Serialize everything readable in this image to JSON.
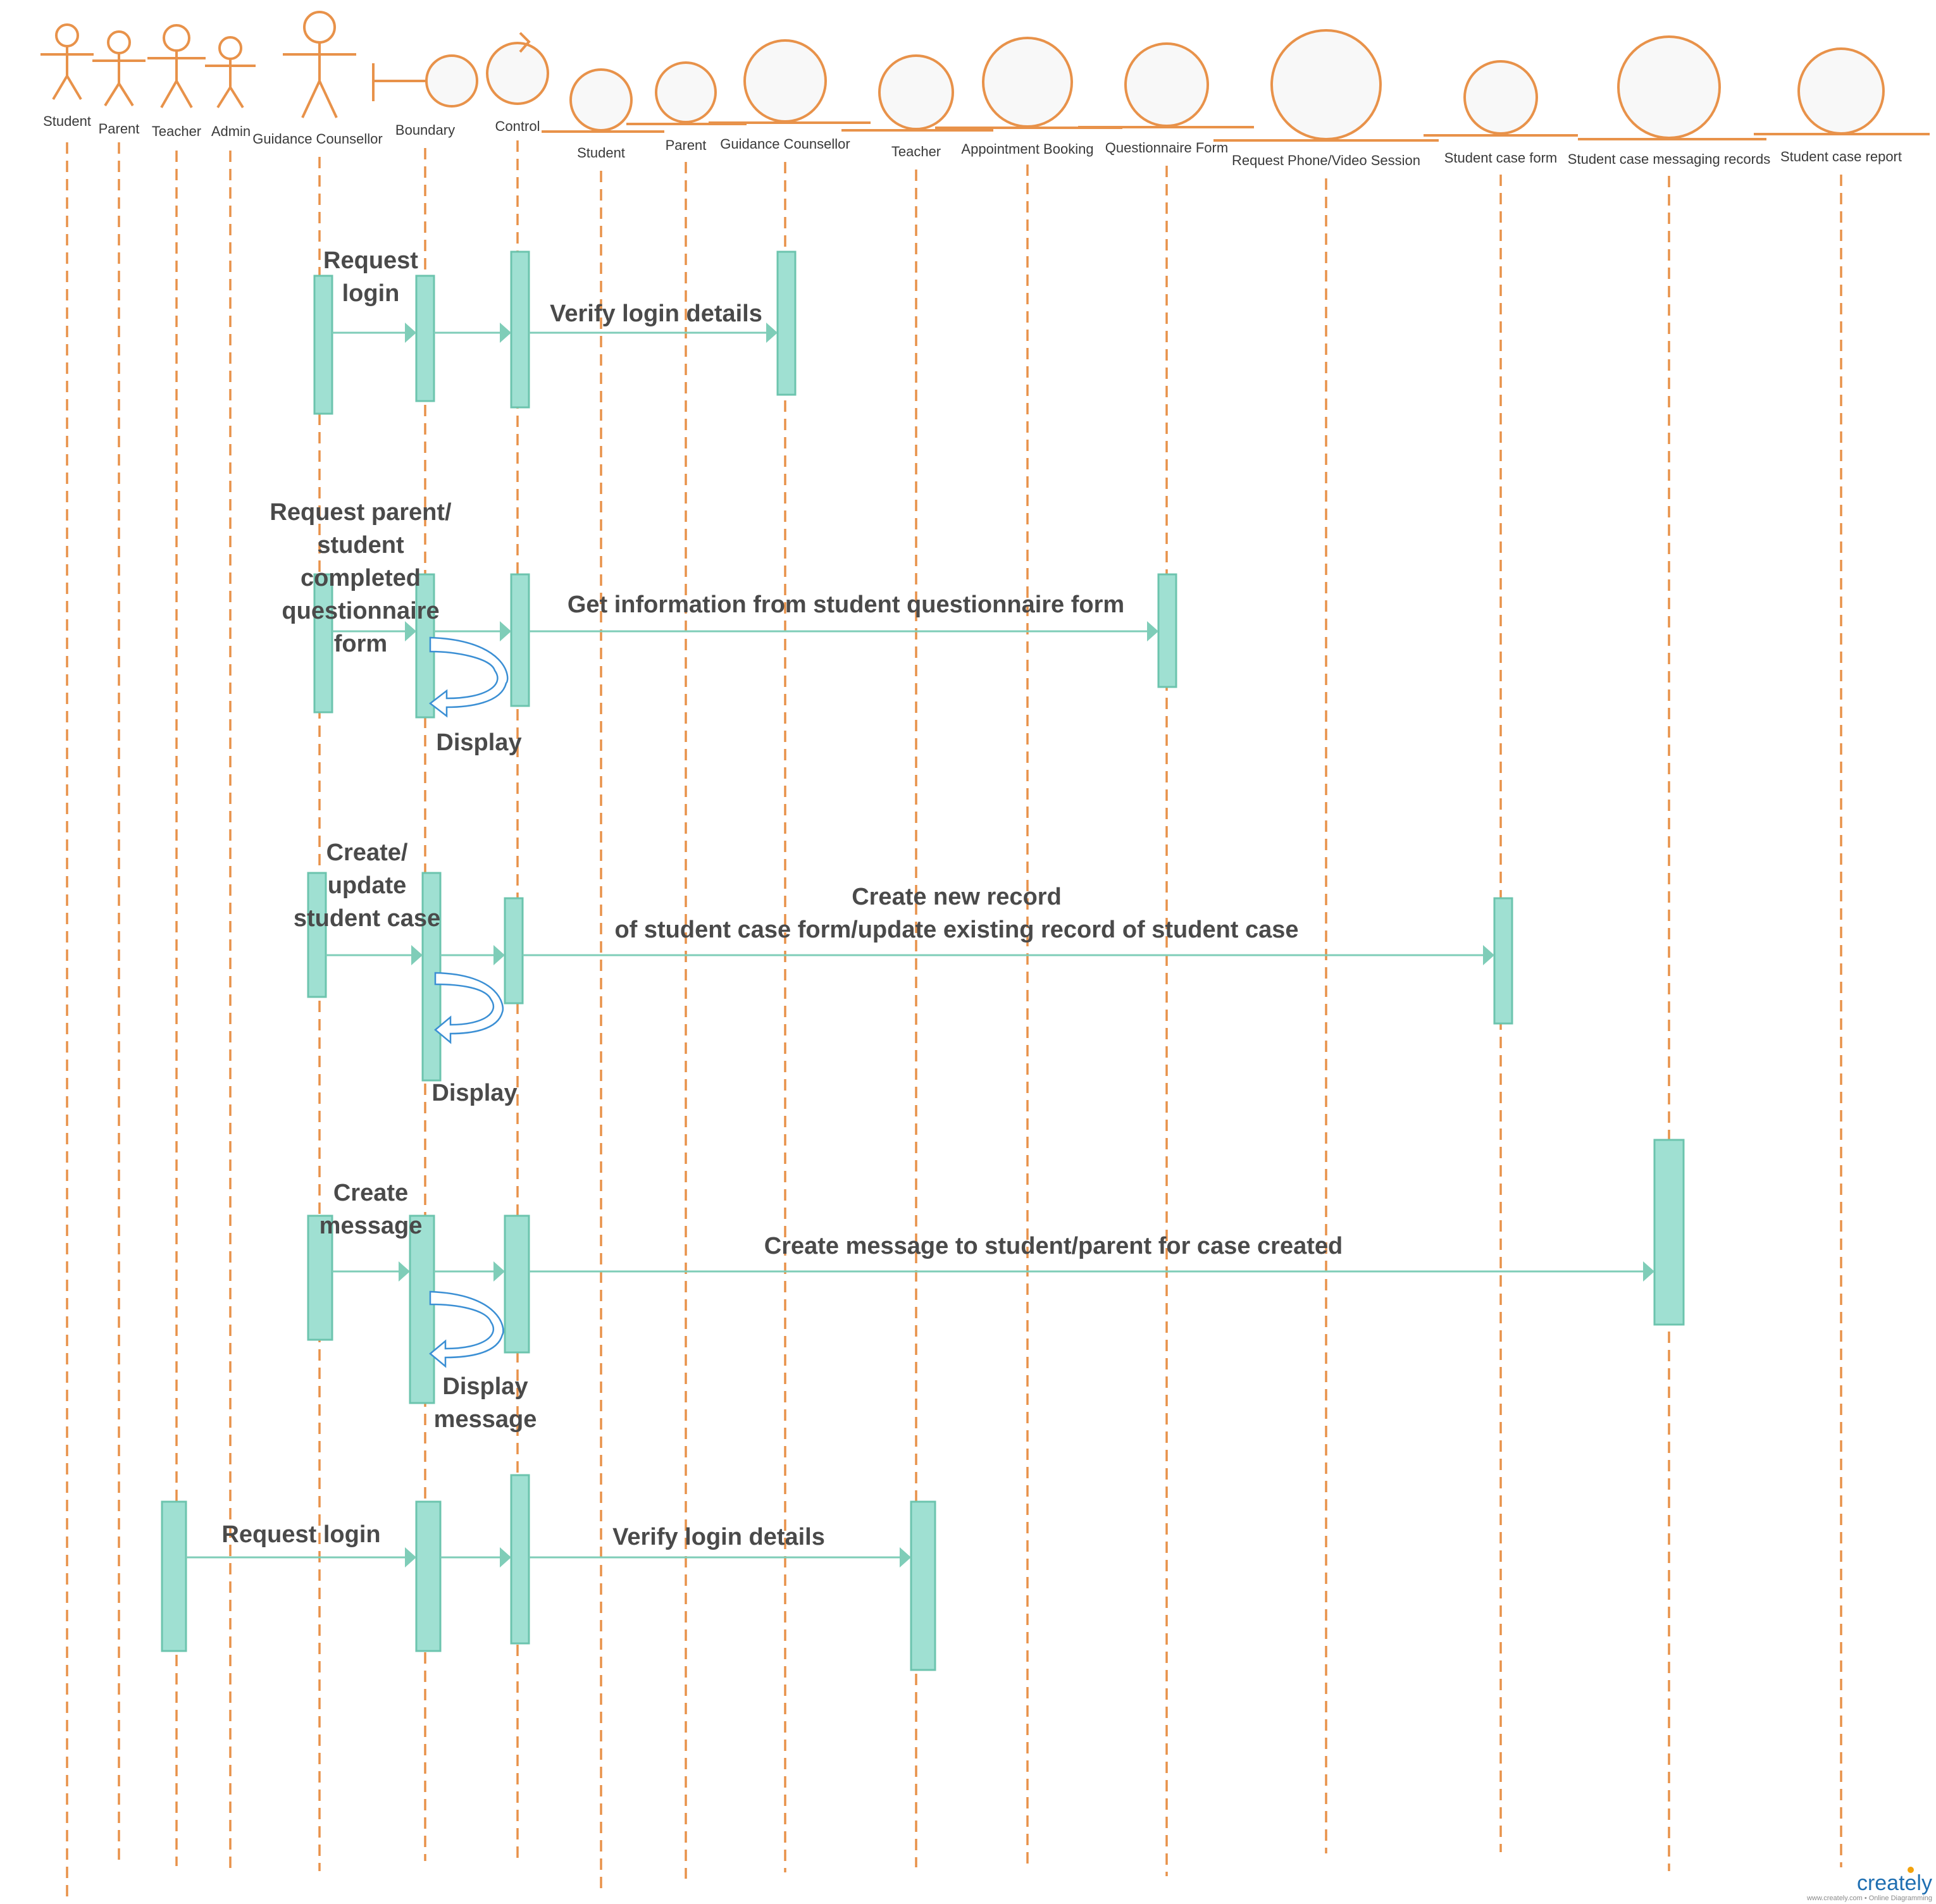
{
  "participants": {
    "student_actor": "Student",
    "parent_actor": "Parent",
    "teacher_actor": "Teacher",
    "admin_actor": "Admin",
    "guidance_actor": "Guidance Counsellor",
    "boundary": "Boundary",
    "control": "Control",
    "student_entity": "Student",
    "parent_entity": "Parent",
    "guidance_entity": "Guidance Counsellor",
    "teacher_entity": "Teacher",
    "appointment_entity": "Appointment Booking",
    "questionnaire_entity": "Questionnaire Form",
    "request_session_entity": "Request Phone/Video Session",
    "case_form_entity": "Student case form",
    "messaging_entity": "Student case messaging records",
    "case_report_entity": "Student case report"
  },
  "messages": {
    "m1_line1": "Request",
    "m1_line2": "login",
    "m2": "Verify login details",
    "m3_line1": "Request parent/",
    "m3_line2": "student",
    "m3_line3": "completed",
    "m3_line4": "questionnaire",
    "m3_line5": "form",
    "m4": "Get information from student questionnaire form",
    "m5": "Display",
    "m6_line1": "Create/",
    "m6_line2": "update",
    "m6_line3": "student case",
    "m7_line1": "Create new record",
    "m7_line2": "of student case form/update existing record of student case",
    "m8": "Display",
    "m9_line1": "Create",
    "m9_line2": "message",
    "m10": "Create message to student/parent for case created",
    "m11_line1": "Display",
    "m11_line2": "message",
    "m12": "Request login",
    "m13": "Verify login details"
  },
  "branding": {
    "logo_main": "creately",
    "logo_sub": "www.creately.com • Online Diagramming"
  },
  "colors": {
    "lifeline": "#e8924a",
    "activation_fill": "#9fe0d2",
    "activation_stroke": "#6cc4ae",
    "message": "#7fcdb8",
    "self_call": "#3b8fd4",
    "text": "#4a4a4a"
  }
}
